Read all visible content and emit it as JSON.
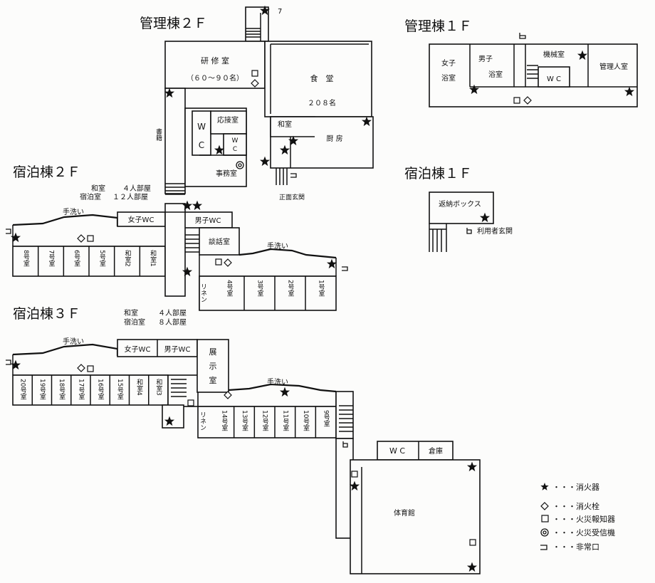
{
  "titles": {
    "admin2f": "管理棟２Ｆ",
    "admin1f": "管理棟１Ｆ",
    "lodge2f": "宿泊棟２Ｆ",
    "lodge1f": "宿泊棟１Ｆ",
    "lodge3f": "宿泊棟３Ｆ"
  },
  "room_notes": {
    "lodge2f": {
      "l1": "和室",
      "v1": "４人部屋",
      "l2": "宿泊室",
      "v2": "１２人部屋"
    },
    "lodge3f": {
      "l1": "和室",
      "v1": "４人部屋",
      "l2": "宿泊室",
      "v2": "８人部屋"
    }
  },
  "stair_number": "7",
  "admin2f": {
    "training_room": "研 修 室",
    "capacity": "（６０～９０名）",
    "dining": "食　堂",
    "dining_capacity": "２０８名",
    "reception": "応接室",
    "japanese_room": "和室",
    "kitchen": "厨 房",
    "wc_w": "W",
    "wc_c": "C",
    "office": "事務室",
    "library": "書籍",
    "front_entrance": "正面玄関"
  },
  "admin1f": {
    "womens_bath_1": "女子",
    "womens_bath_2": "浴室",
    "mens_bath_1": "男子",
    "mens_bath_2": "浴室",
    "machine_room": "機械室",
    "wc": "W C",
    "manager_room": "管理人室"
  },
  "lodge1f": {
    "return_box": "返納ボックス",
    "user_entrance": "利用者玄関"
  },
  "lodge2f": {
    "handwash_1": "手洗い",
    "handwash_2": "手洗い",
    "womens_wc": "女子WC",
    "mens_wc": "男子WC",
    "lounge": "談話室",
    "linen": "リネン",
    "rooms_west": [
      "8号室",
      "7号室",
      "6号室",
      "5号室",
      "和室2",
      "和室1"
    ],
    "rooms_east": [
      "4号室",
      "3号室",
      "2号室",
      "1号室"
    ]
  },
  "lodge3f": {
    "handwash_1": "手洗い",
    "handwash_2": "手洗い",
    "womens_wc": "女子WC",
    "mens_wc": "男子WC",
    "exhibit_1": "展",
    "exhibit_2": "示",
    "exhibit_3": "室",
    "linen": "リネン",
    "rooms_west": [
      "20号室",
      "19号室",
      "18号室",
      "17号室",
      "16号室",
      "15号室",
      "和室4",
      "和室3"
    ],
    "rooms_east": [
      "14号室",
      "13号室",
      "12号室",
      "11号室",
      "10号室",
      "9号室"
    ]
  },
  "gym": {
    "wc": "W C",
    "storage": "倉庫",
    "gym": "体育館"
  },
  "legend": [
    {
      "icon": "star-icon",
      "label": "・・・消火器"
    },
    {
      "icon": "diamond-icon",
      "label": "・・・消火栓"
    },
    {
      "icon": "square-icon",
      "label": "・・・火災報知器"
    },
    {
      "icon": "double-circle-icon",
      "label": "・・・火災受信機"
    },
    {
      "icon": "flag-icon",
      "label": "・・・非常口"
    }
  ]
}
